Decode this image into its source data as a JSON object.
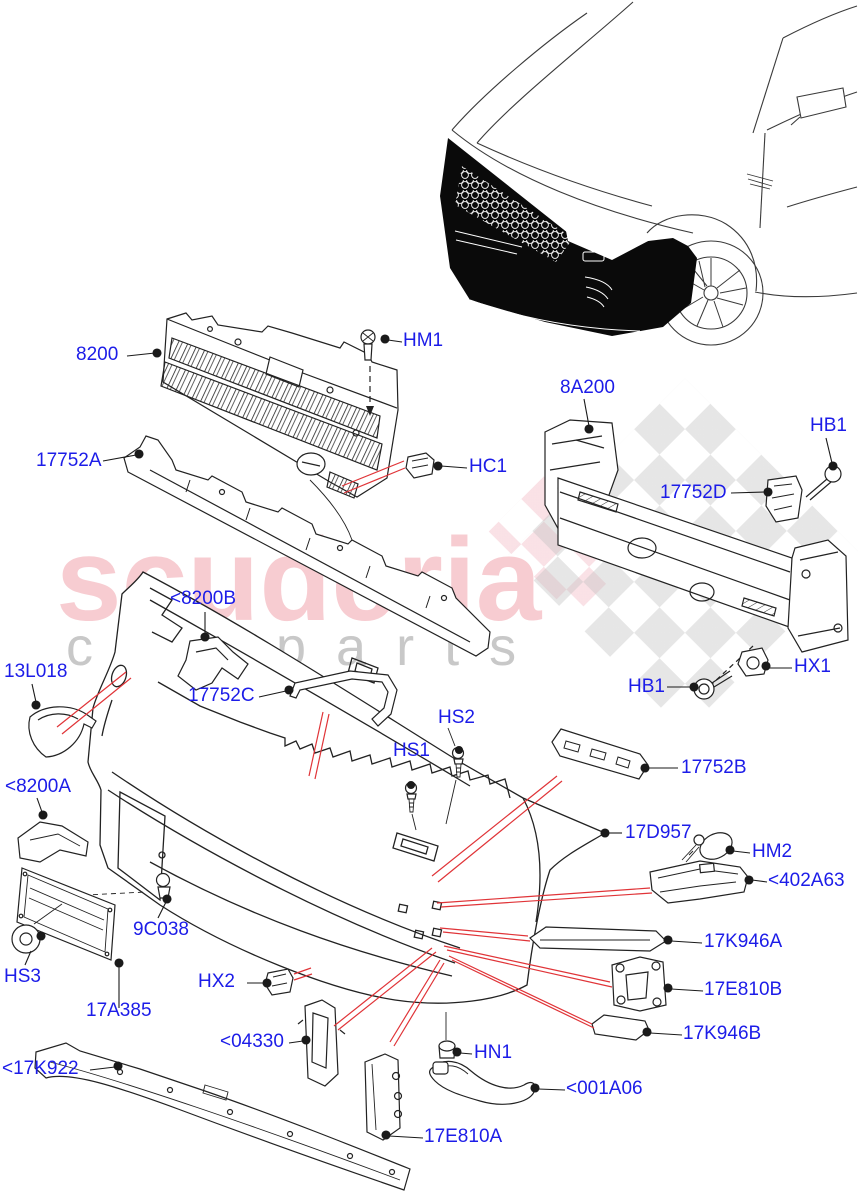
{
  "page": {
    "background": "#ffffff"
  },
  "watermark": {
    "brand": "scuderia",
    "tagline": "car parts"
  },
  "colors": {
    "label_blue": "#1c1ce8",
    "leader_black": "#1a1a1a",
    "pointer_red": "#e03438",
    "brand_pink": "rgba(224,58,78,0.26)",
    "tagline_gray": "rgba(145,145,145,0.50)",
    "checker_gray": "rgba(190,190,190,0.38)",
    "checker_pink": "rgba(230,120,140,0.22)",
    "vehicle_fill_black": "#0a0a0a"
  },
  "labels": [
    {
      "text": "8200"
    },
    {
      "text": "HM1"
    },
    {
      "text": "8A200"
    },
    {
      "text": "HB1"
    },
    {
      "text": "17752A"
    },
    {
      "text": "HC1"
    },
    {
      "text": "17752D"
    },
    {
      "text": "HX1"
    },
    {
      "text": "HB1"
    },
    {
      "text": "<8200B"
    },
    {
      "text": "13L018"
    },
    {
      "text": "17752C"
    },
    {
      "text": "HS2"
    },
    {
      "text": "HS1"
    },
    {
      "text": "17752B"
    },
    {
      "text": "<8200A"
    },
    {
      "text": "17D957"
    },
    {
      "text": "HM2"
    },
    {
      "text": "<402A63"
    },
    {
      "text": "9C038"
    },
    {
      "text": "17K946A"
    },
    {
      "text": "HS3"
    },
    {
      "text": "HX2"
    },
    {
      "text": "17E810B"
    },
    {
      "text": "17A385"
    },
    {
      "text": "<04330"
    },
    {
      "text": "17K946B"
    },
    {
      "text": "<17K922"
    },
    {
      "text": "HN1"
    },
    {
      "text": "<001A06"
    },
    {
      "text": "17E810A"
    }
  ]
}
